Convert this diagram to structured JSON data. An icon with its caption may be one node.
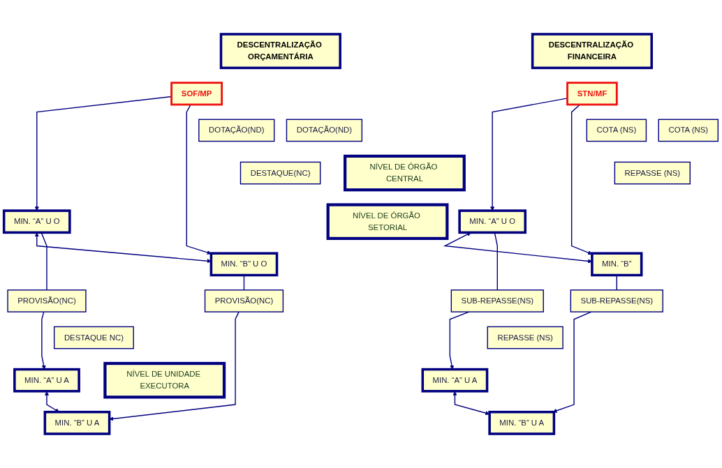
{
  "diagram": {
    "nodes": [
      {
        "text": [
          "DESCENTRALIZAÇÃO ORÇAMENTÁRIA"
        ]
      },
      {
        "text": [
          "DESCENTRALIZAÇÃO FINANCEIRA"
        ]
      },
      {
        "text": [
          "SOF/MP"
        ]
      },
      {
        "text": [
          "NÍVEL DE ÓRGÃO CENTRAL"
        ]
      },
      {
        "text": [
          "STN/MF"
        ]
      },
      {
        "text": [
          "DOTAÇÃO(ND)"
        ]
      },
      {
        "text": [
          "DOTAÇÃO(ND)"
        ]
      },
      {
        "text": [
          "COTA (NS)"
        ]
      },
      {
        "text": [
          "COTA (NS)"
        ]
      },
      {
        "text": [
          "DESTAQUE(NC)"
        ]
      },
      {
        "text": [
          "REPASSE (NS)"
        ]
      },
      {
        "text": [
          "MIN. “A” U O"
        ]
      },
      {
        "text": [
          "MIN. “B” U O"
        ]
      },
      {
        "text": [
          "NÍVEL DE ÓRGÃO SETORIAL"
        ]
      },
      {
        "text": [
          "MIN. “A” U O"
        ]
      },
      {
        "text": [
          "MIN. “B”"
        ]
      },
      {
        "text": [
          "PROVISÃO(NC)"
        ]
      },
      {
        "text": [
          "PROVISÃO(NC)"
        ]
      },
      {
        "text": [
          "SUB-REPASSE(NS)"
        ]
      },
      {
        "text": [
          "SUB-REPASSE(NS)"
        ]
      },
      {
        "text": [
          "DESTAQUE NC)"
        ]
      },
      {
        "text": [
          "REPASSE (NS)"
        ]
      },
      {
        "text": [
          "MIN. “A” U A"
        ]
      },
      {
        "text": [
          "MIN. “B” U A"
        ]
      },
      {
        "text": [
          "NÍVEL DE UNIDADE EXECUTORA"
        ]
      },
      {
        "text": [
          "MIN. “A” U A"
        ]
      },
      {
        "text": [
          "MIN. “B” U A"
        ]
      }
    ],
    "edges": [
      {
        "from": 2,
        "to": 11,
        "arrow": "to"
      },
      {
        "from": 2,
        "to": 12,
        "arrow": "to"
      },
      {
        "from": 4,
        "to": 14,
        "arrow": "to"
      },
      {
        "from": 4,
        "to": 15,
        "arrow": "to"
      },
      {
        "from": 11,
        "to": 12,
        "arrow": "both"
      },
      {
        "from": 14,
        "to": 15,
        "arrow": "both"
      },
      {
        "from": 11,
        "to": 16,
        "arrow": "none"
      },
      {
        "from": 12,
        "to": 17,
        "arrow": "none"
      },
      {
        "from": 14,
        "to": 18,
        "arrow": "none"
      },
      {
        "from": 15,
        "to": 19,
        "arrow": "none"
      },
      {
        "from": 16,
        "to": 22,
        "arrow": "to"
      },
      {
        "from": 17,
        "to": 23,
        "arrow": "to"
      },
      {
        "from": 18,
        "to": 25,
        "arrow": "to"
      },
      {
        "from": 19,
        "to": 26,
        "arrow": "to"
      },
      {
        "from": 22,
        "to": 23,
        "arrow": "both"
      },
      {
        "from": 25,
        "to": 26,
        "arrow": "both"
      }
    ]
  }
}
